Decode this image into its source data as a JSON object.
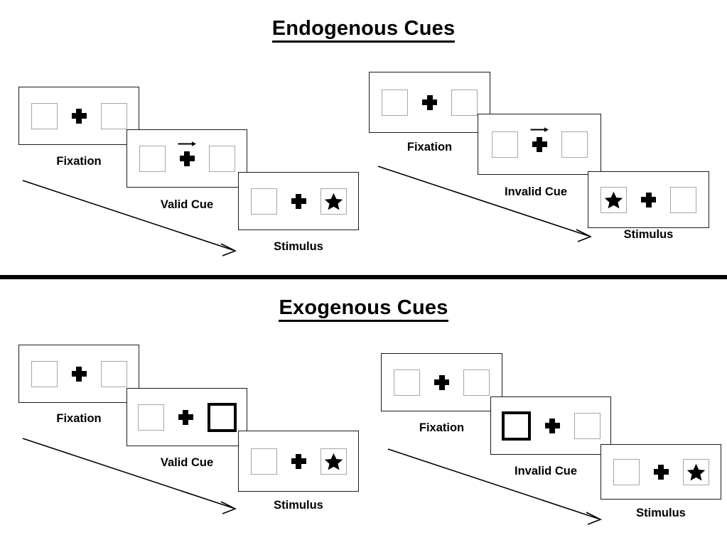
{
  "figure": {
    "title_endogenous": "Endogenous Cues",
    "title_exogenous": "Exogenous Cues",
    "background_color": "#ffffff",
    "ink_color": "#000000",
    "box_border_color": "#a6a6a6",
    "panel_border_color": "#1a1a1a"
  },
  "labels": {
    "fixation": "Fixation",
    "valid_cue": "Valid Cue",
    "invalid_cue": "Invalid Cue",
    "stimulus": "Stimulus"
  },
  "sequences": [
    {
      "id": "endogenous-valid",
      "section": "Endogenous Cues",
      "cue_type": "endogenous",
      "validity": "valid",
      "frames": [
        {
          "label": "Fixation",
          "left_box": "empty",
          "right_box": "empty",
          "cue_arrow": "none"
        },
        {
          "label": "Valid Cue",
          "left_box": "empty",
          "right_box": "empty",
          "cue_arrow": "right"
        },
        {
          "label": "Stimulus",
          "left_box": "empty",
          "right_box": "star",
          "cue_arrow": "none"
        }
      ]
    },
    {
      "id": "endogenous-invalid",
      "section": "Endogenous Cues",
      "cue_type": "endogenous",
      "validity": "invalid",
      "frames": [
        {
          "label": "Fixation",
          "left_box": "empty",
          "right_box": "empty",
          "cue_arrow": "none"
        },
        {
          "label": "Invalid Cue",
          "left_box": "empty",
          "right_box": "empty",
          "cue_arrow": "right"
        },
        {
          "label": "Stimulus",
          "left_box": "star",
          "right_box": "empty",
          "cue_arrow": "none"
        }
      ]
    },
    {
      "id": "exogenous-valid",
      "section": "Exogenous Cues",
      "cue_type": "exogenous",
      "validity": "valid",
      "frames": [
        {
          "label": "Fixation",
          "left_box": "empty",
          "right_box": "empty",
          "cue_arrow": "none"
        },
        {
          "label": "Valid Cue",
          "left_box": "empty",
          "right_box": "cued",
          "cue_arrow": "none"
        },
        {
          "label": "Stimulus",
          "left_box": "empty",
          "right_box": "star",
          "cue_arrow": "none"
        }
      ]
    },
    {
      "id": "exogenous-invalid",
      "section": "Exogenous Cues",
      "cue_type": "exogenous",
      "validity": "invalid",
      "frames": [
        {
          "label": "Fixation",
          "left_box": "empty",
          "right_box": "empty",
          "cue_arrow": "none"
        },
        {
          "label": "Invalid Cue",
          "left_box": "cued",
          "right_box": "empty",
          "cue_arrow": "none"
        },
        {
          "label": "Stimulus",
          "left_box": "empty",
          "right_box": "star",
          "cue_arrow": "none"
        }
      ]
    }
  ],
  "time_arrows": [
    {
      "id": "endogenous-left-time-arrow",
      "direction": "down-right"
    },
    {
      "id": "endogenous-right-time-arrow",
      "direction": "down-right"
    },
    {
      "id": "exogenous-left-time-arrow",
      "direction": "down-right"
    },
    {
      "id": "exogenous-right-time-arrow",
      "direction": "down-right"
    }
  ]
}
